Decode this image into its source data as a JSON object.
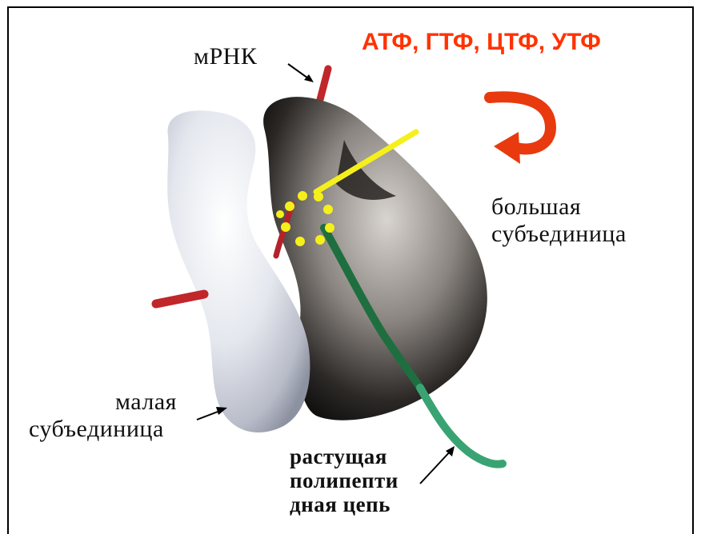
{
  "labels": {
    "mrna": "мРНК",
    "nucleotides": "АТФ, ГТФ, ЦТФ, УТФ",
    "large_subunit_line1": "большая",
    "large_subunit_line2": "субъединица",
    "small_subunit_line1": "малая",
    "small_subunit_line2": "субъединица",
    "peptide_line1": "растущая",
    "peptide_line2": "полипепти",
    "peptide_line3": "дная цепь"
  },
  "colors": {
    "heading": "#ff3300",
    "rotation_arrow": "#e83a0e",
    "mrna": "#c0262a",
    "peptide": "#2e8b57",
    "trna": "#f5f01a"
  }
}
